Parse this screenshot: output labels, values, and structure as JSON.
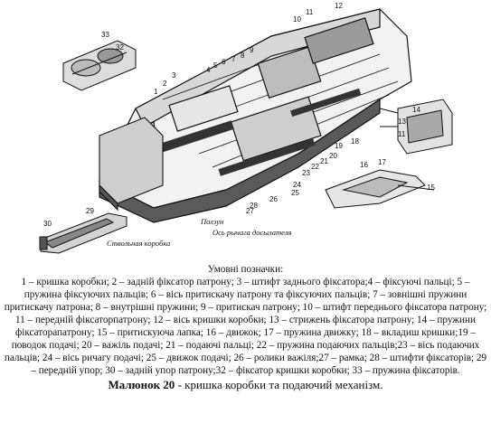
{
  "figure": {
    "labels": {
      "n1": "1",
      "n2": "2",
      "n3": "3",
      "n4": "4",
      "n5": "5",
      "n6": "6",
      "n7": "7",
      "n8": "8",
      "n9": "9",
      "n10": "10",
      "n11": "11",
      "n12": "12",
      "n13": "13",
      "n14": "14",
      "n15": "15",
      "n16": "16",
      "n17": "17",
      "n18": "18",
      "n19": "19",
      "n20": "20",
      "n21": "21",
      "n22": "22",
      "n23": "23",
      "n24": "24",
      "n25": "25",
      "n26": "26",
      "n27": "27",
      "n28": "28",
      "n29": "29",
      "n30": "30",
      "n32": "32",
      "n33": "33"
    },
    "polzun": "Ползун",
    "os_rychaga": "Ось рычага досылателя",
    "stvolnaya": "Ствольная коробка"
  },
  "caption": {
    "legend_title": "Умовні позначки:",
    "legend_text": "1 – кришка коробки; 2 – задній фіксатор патрону; 3 – штифт заднього фіксатора;4 – фіксуючі пальці; 5 – пружина фіксуючих пальців; 6 – вісь притискачу патрону та фіксуючих пальців; 7 – зовнішні пружини притискачу патрона; 8 – внутрішні пружини; 9 – притискач патрону; 10 – штифт переднього фіксатора патрону; 11 – передній фіксаторпатрону; 12 – вісь кришки коробки; 13 – стрижень фіксатора патрону; 14 – пружини фіксаторапатрону; 15 – притискуюча лапка; 16 – движок; 17 – пружина движку; 18 – вкладиш кришки;19 – поводок подачі; 20 – важіль  подачі; 21 – подаючі пальці; 22 – пружина подаючих пальців;23 – вісь подаючих пальців; 24 – вісь ричагу подачі; 25 – движок подачі; 26 – ролики важіля;27 – рамка; 28 – штифти фіксаторів; 29 – передній упор; 30 – задній упор патрону;32 – фіксатор кришки коробки; 33 – пружина фіксаторів.",
    "fig_number": "Малюнок 20",
    "fig_title": " - кришка коробки та подаючий механізм."
  }
}
